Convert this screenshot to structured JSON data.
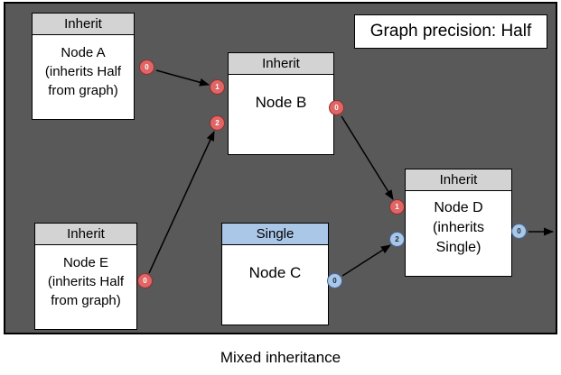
{
  "caption": "Mixed inheritance",
  "precision_label": "Graph precision: Half",
  "colors": {
    "canvas_bg": "#595959",
    "inherit_header": "#d3d3d3",
    "single_header": "#aac7e8",
    "red_port": "#e06666",
    "blue_port": "#aac7e8",
    "edge": "#000000"
  },
  "nodes": [
    {
      "id": "A",
      "header": "Inherit",
      "body": "Node A\n(inherits Half\nfrom graph)",
      "ports": [
        {
          "label": "0",
          "kind": "output",
          "color": "red"
        }
      ]
    },
    {
      "id": "B",
      "header": "Inherit",
      "body": "Node B",
      "ports": [
        {
          "label": "1",
          "kind": "input",
          "color": "red"
        },
        {
          "label": "2",
          "kind": "input",
          "color": "red"
        },
        {
          "label": "0",
          "kind": "output",
          "color": "red"
        }
      ]
    },
    {
      "id": "C",
      "header": "Single",
      "body": "Node C",
      "ports": [
        {
          "label": "0",
          "kind": "output",
          "color": "blue"
        }
      ]
    },
    {
      "id": "D",
      "header": "Inherit",
      "body": "Node D\n(inherits\nSingle)",
      "ports": [
        {
          "label": "1",
          "kind": "input",
          "color": "red"
        },
        {
          "label": "2",
          "kind": "input",
          "color": "blue"
        },
        {
          "label": "0",
          "kind": "output",
          "color": "blue"
        }
      ]
    },
    {
      "id": "E",
      "header": "Inherit",
      "body": "Node E\n(inherits Half\nfrom graph)",
      "ports": [
        {
          "label": "0",
          "kind": "output",
          "color": "red"
        }
      ]
    }
  ],
  "edges": [
    {
      "from": "A.out0",
      "to": "B.in1"
    },
    {
      "from": "E.out0",
      "to": "B.in2"
    },
    {
      "from": "B.out0",
      "to": "D.in1"
    },
    {
      "from": "C.out0",
      "to": "D.in2"
    },
    {
      "from": "D.out0",
      "to": "canvas-right-edge"
    }
  ]
}
